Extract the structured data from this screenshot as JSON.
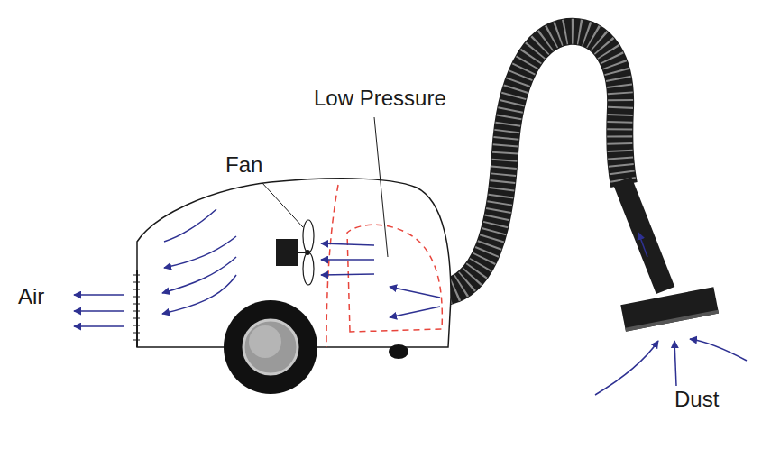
{
  "diagram": {
    "labels": [
      "Air",
      "Fan",
      "Low Pressure",
      "Dust"
    ]
  }
}
